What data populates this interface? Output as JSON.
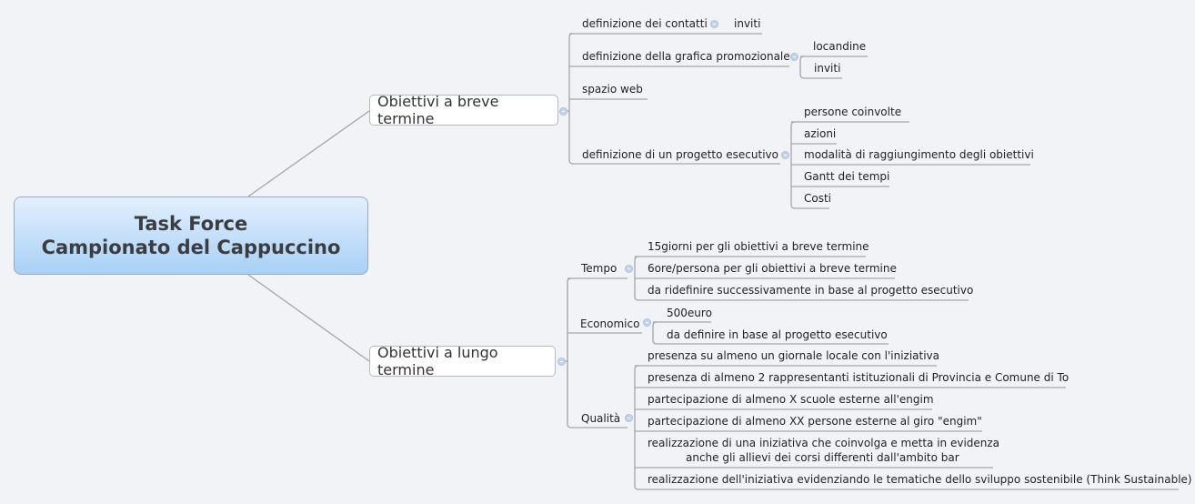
{
  "root": {
    "line1": "Task Force",
    "line2": "Campionato del Cappuccino"
  },
  "branches": {
    "short": {
      "label": "Obiettivi a breve termine",
      "topics": {
        "contatti": {
          "label": "definizione dei contatti",
          "children": [
            "inviti"
          ]
        },
        "grafica": {
          "label": "definizione della grafica promozionale",
          "children": [
            "locandine",
            "inviti"
          ]
        },
        "web": {
          "label": "spazio web"
        },
        "progetto": {
          "label": "definizione di un progetto esecutivo",
          "children": [
            "persone coinvolte",
            "azioni",
            "modalità di raggiungimento degli obiettivi",
            "Gantt dei tempi",
            "Costi"
          ]
        }
      }
    },
    "long": {
      "label": "Obiettivi a lungo termine",
      "topics": {
        "tempo": {
          "label": "Tempo",
          "children": [
            "15giorni per gli obiettivi a breve termine",
            "6ore/persona per gli obiettivi a breve termine",
            "da ridefinire successivamente in base al progetto esecutivo"
          ]
        },
        "economico": {
          "label": "Economico",
          "children": [
            "500euro",
            "da definire in base al progetto esecutivo"
          ]
        },
        "qualita": {
          "label": "Qualità",
          "children": [
            "presenza su almeno un giornale locale con l'iniziativa",
            "presenza di almeno 2 rappresentanti istituzionali di Provincia e Comune di To",
            "partecipazione di almeno X scuole esterne all'engim",
            "partecipazione di almeno XX persone esterne al giro \"engim\"",
            "realizzazione di una iniziativa che coinvolga e metta in evidenza",
            "anche gli allievi dei corsi differenti dall'ambito bar",
            "realizzazione dell'iniziativa evidenziando le tematiche dello sviluppo sostenibile (Think Sustainable)"
          ]
        }
      }
    }
  },
  "colors": {
    "background": "#f2f3f7",
    "root_top": "#e2f0fd",
    "root_bottom": "#a8d0f6",
    "line": "#a6a6a6",
    "collapse": "#c4d4ea"
  }
}
